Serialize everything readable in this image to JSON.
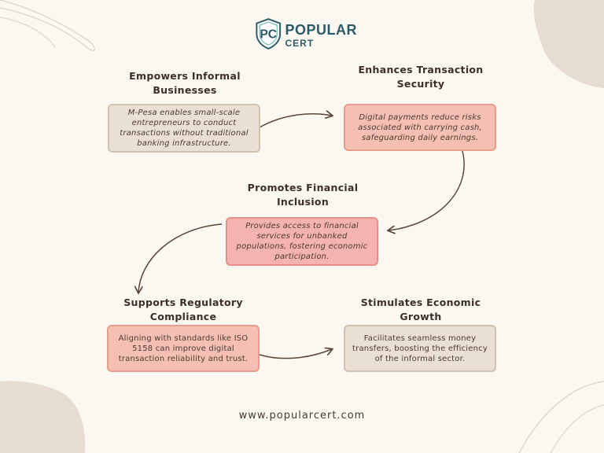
{
  "logo": {
    "line1": "POPULAR",
    "line2": "CERT",
    "mark_letters": "PC"
  },
  "nodes": [
    {
      "id": "empowers",
      "title": "Empowers Informal Businesses",
      "text": "M-Pesa enables small-scale entrepreneurs to conduct transactions without traditional banking infrastructure."
    },
    {
      "id": "security",
      "title": "Enhances Transaction Security",
      "text": "Digital payments reduce risks associated with carrying cash, safeguarding daily earnings."
    },
    {
      "id": "inclusion",
      "title": "Promotes Financial Inclusion",
      "text": "Provides access to financial services for unbanked populations, fostering economic participation."
    },
    {
      "id": "compliance",
      "title": "Supports Regulatory Compliance",
      "text": "Aligning with standards like ISO 5158 can improve digital transaction reliability and trust."
    },
    {
      "id": "growth",
      "title": "Stimulates Economic Growth",
      "text": "Facilitates seamless money transfers, boosting the efficiency of the informal sector."
    }
  ],
  "footer": "www.popularcert.com",
  "colors": {
    "background": "#fbf8f1",
    "beige": "#e9dfd3",
    "salmon": "#f6bfb3",
    "pink": "#f5b3b0",
    "arrow": "#5a4638"
  }
}
